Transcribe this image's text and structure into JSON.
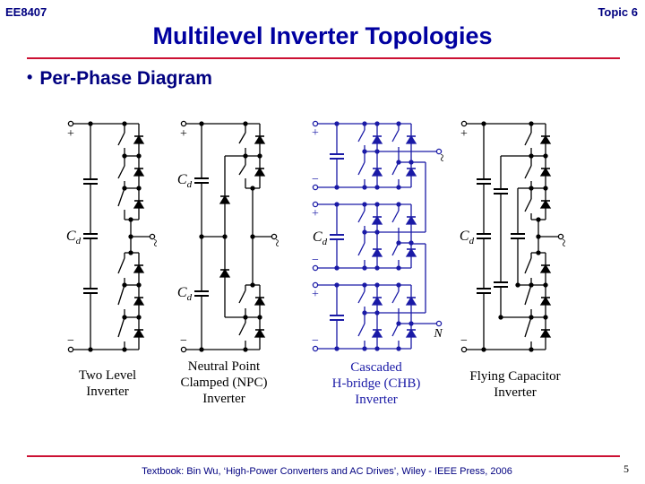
{
  "header": {
    "course": "EE8407",
    "topic": "Topic 6",
    "title": "Multilevel Inverter Topologies"
  },
  "bullet": {
    "marker": "•",
    "text": "Per-Phase Diagram"
  },
  "colors": {
    "title": "#0000a0",
    "rule": "#cc1133",
    "circuit_black": "#000000",
    "circuit_blue": "#1a1aa6"
  },
  "diagrams": [
    {
      "id": "two-level",
      "caption_line1": "Two Level",
      "caption_line2": "Inverter",
      "caption_line3": "",
      "cap_label": "Cd",
      "plus": "+",
      "minus": "−",
      "output": "~"
    },
    {
      "id": "npc",
      "caption_line1": "Neutral Point",
      "caption_line2": "Clamped (NPC)",
      "caption_line3": "Inverter",
      "cap_label": "Cd",
      "plus": "+",
      "minus": "−",
      "output": "~"
    },
    {
      "id": "chb",
      "caption_line1": "Cascaded",
      "caption_line2": "H-bridge (CHB)",
      "caption_line3": "Inverter",
      "cap_label": "Cd",
      "plus": "+",
      "minus": "−",
      "output": "~",
      "neutral": "N"
    },
    {
      "id": "flying-capacitor",
      "caption_line1": "Flying Capacitor",
      "caption_line2": "Inverter",
      "caption_line3": "",
      "cap_label": "Cd",
      "plus": "+",
      "minus": "−",
      "output": "~"
    }
  ],
  "footer": {
    "citation": "Textbook: Bin Wu, ‘High-Power Converters and AC Drives’, Wiley - IEEE Press, 2006",
    "page_number": "5"
  }
}
